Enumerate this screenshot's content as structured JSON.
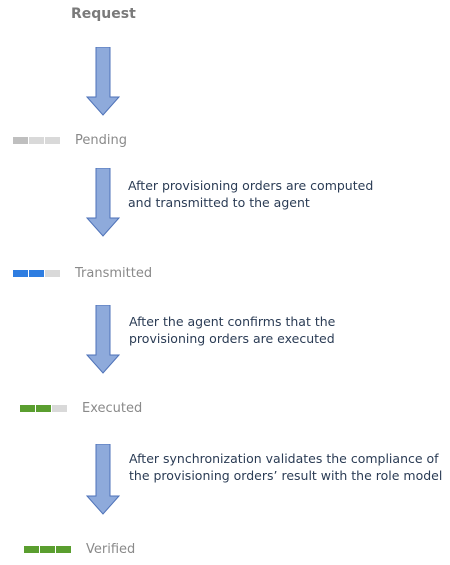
{
  "title": "Request",
  "colors": {
    "arrow_fill": "#8eaadb",
    "arrow_stroke": "#4e72b8",
    "bar_empty": "#d9d9d9",
    "bar_pending": "#bfbfbf",
    "bar_transmitted": "#2e7de1",
    "bar_executed": "#5a9e2f",
    "bar_verified": "#5a9e2f",
    "note_text": "#2b3c55",
    "label_text": "#8a8a8a"
  },
  "states": [
    {
      "label": "Pending",
      "filled_segments": 1,
      "total_segments": 3
    },
    {
      "label": "Transmitted",
      "filled_segments": 2,
      "total_segments": 3
    },
    {
      "label": "Executed",
      "filled_segments": 2,
      "total_segments": 3
    },
    {
      "label": "Verified",
      "filled_segments": 3,
      "total_segments": 3
    }
  ],
  "transitions": [
    {
      "line1": "After provisioning orders are computed",
      "line2": "and transmitted to the agent"
    },
    {
      "line1": "After the agent confirms that the",
      "line2": "provisioning orders are executed"
    },
    {
      "line1": "After synchronization validates the compliance of",
      "line2": "the provisioning orders’ result with the role model"
    }
  ]
}
